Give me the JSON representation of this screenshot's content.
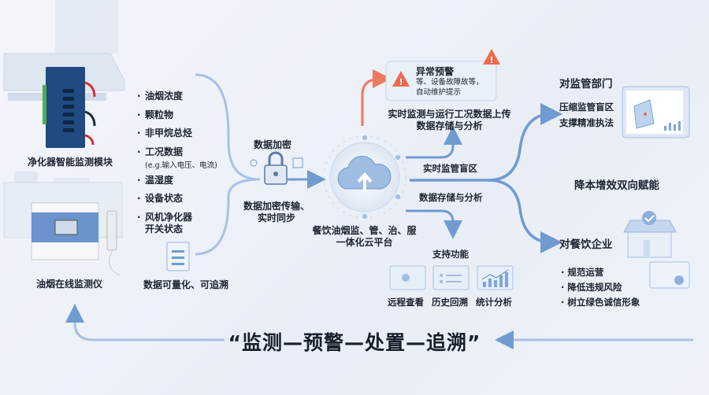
{
  "left": {
    "module_label": "净化器智能监测模块",
    "instrument_label": "油烟在线监测仪",
    "data_items": [
      "油烟浓度",
      "颗粒物",
      "非甲烷总烃",
      "工况数据",
      "温湿度",
      "设备状态",
      "风机净化器"
    ],
    "data_item_sub": "(e.g.输入电压、电流)",
    "data_item_last_line2": "开关状态",
    "quantify_label": "数据可量化、可追溯"
  },
  "encrypt": {
    "title": "数据加密",
    "caption_line1": "数据加密传输、",
    "caption_line2": "实时同步"
  },
  "platform": {
    "line1": "餐饮油烟监、管、治、服",
    "line2": "一体化云平台"
  },
  "alert": {
    "title": "异常预警",
    "line1": "等、设备故障故等，",
    "line2": "自动维护提示"
  },
  "upload": {
    "line1": "实时监测与运行工况数据上传",
    "line2": "数据存储与分析"
  },
  "branches": {
    "realtime": "实时监管盲区",
    "storage": "数据存储与分析"
  },
  "support": {
    "title": "支持功能",
    "items": [
      "远程查看",
      "历史回溯",
      "统计分析"
    ]
  },
  "regulator": {
    "title": "对监管部门",
    "items": [
      "压缩监管盲区",
      "支撑精准执法"
    ]
  },
  "center_slogan": "降本增效双向赋能",
  "enterprise": {
    "title": "对餐饮企业",
    "items": [
      "规范运营",
      "降低违规风险",
      "树立绿色诚信形象"
    ]
  },
  "footer_slogan": "“监测—预警—处置—追溯”",
  "colors": {
    "accent_blue": "#6f9bd1",
    "alert_orange": "#ec6a4e",
    "device_navy": "#1f4a82",
    "text": "#1c2330"
  }
}
